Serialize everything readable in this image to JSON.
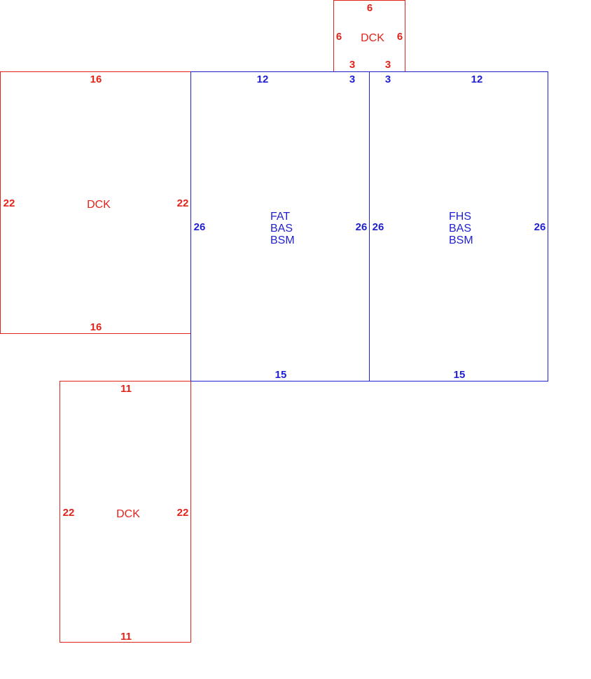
{
  "colors": {
    "deck": "#e2231a",
    "house": "#1f1fd0"
  },
  "deck_top": {
    "label": "DCK",
    "dims": {
      "top": "6",
      "left": "6",
      "right": "6",
      "bottom_left": "3",
      "bottom_right": "3"
    }
  },
  "deck_left": {
    "label": "DCK",
    "dims": {
      "top": "16",
      "left": "22",
      "right": "22",
      "bottom": "16"
    }
  },
  "deck_bottom": {
    "label": "DCK",
    "dims": {
      "top": "11",
      "left": "22",
      "right": "22",
      "bottom": "11"
    }
  },
  "house_left": {
    "label_lines": [
      "FAT",
      "BAS",
      "BSM"
    ],
    "dims": {
      "top": "12",
      "top_right": "3",
      "left": "26",
      "right": "26",
      "bottom": "15"
    }
  },
  "house_right": {
    "label_lines": [
      "FHS",
      "BAS",
      "BSM"
    ],
    "dims": {
      "top_left": "3",
      "top": "12",
      "left": "26",
      "right": "26",
      "bottom": "15"
    }
  }
}
